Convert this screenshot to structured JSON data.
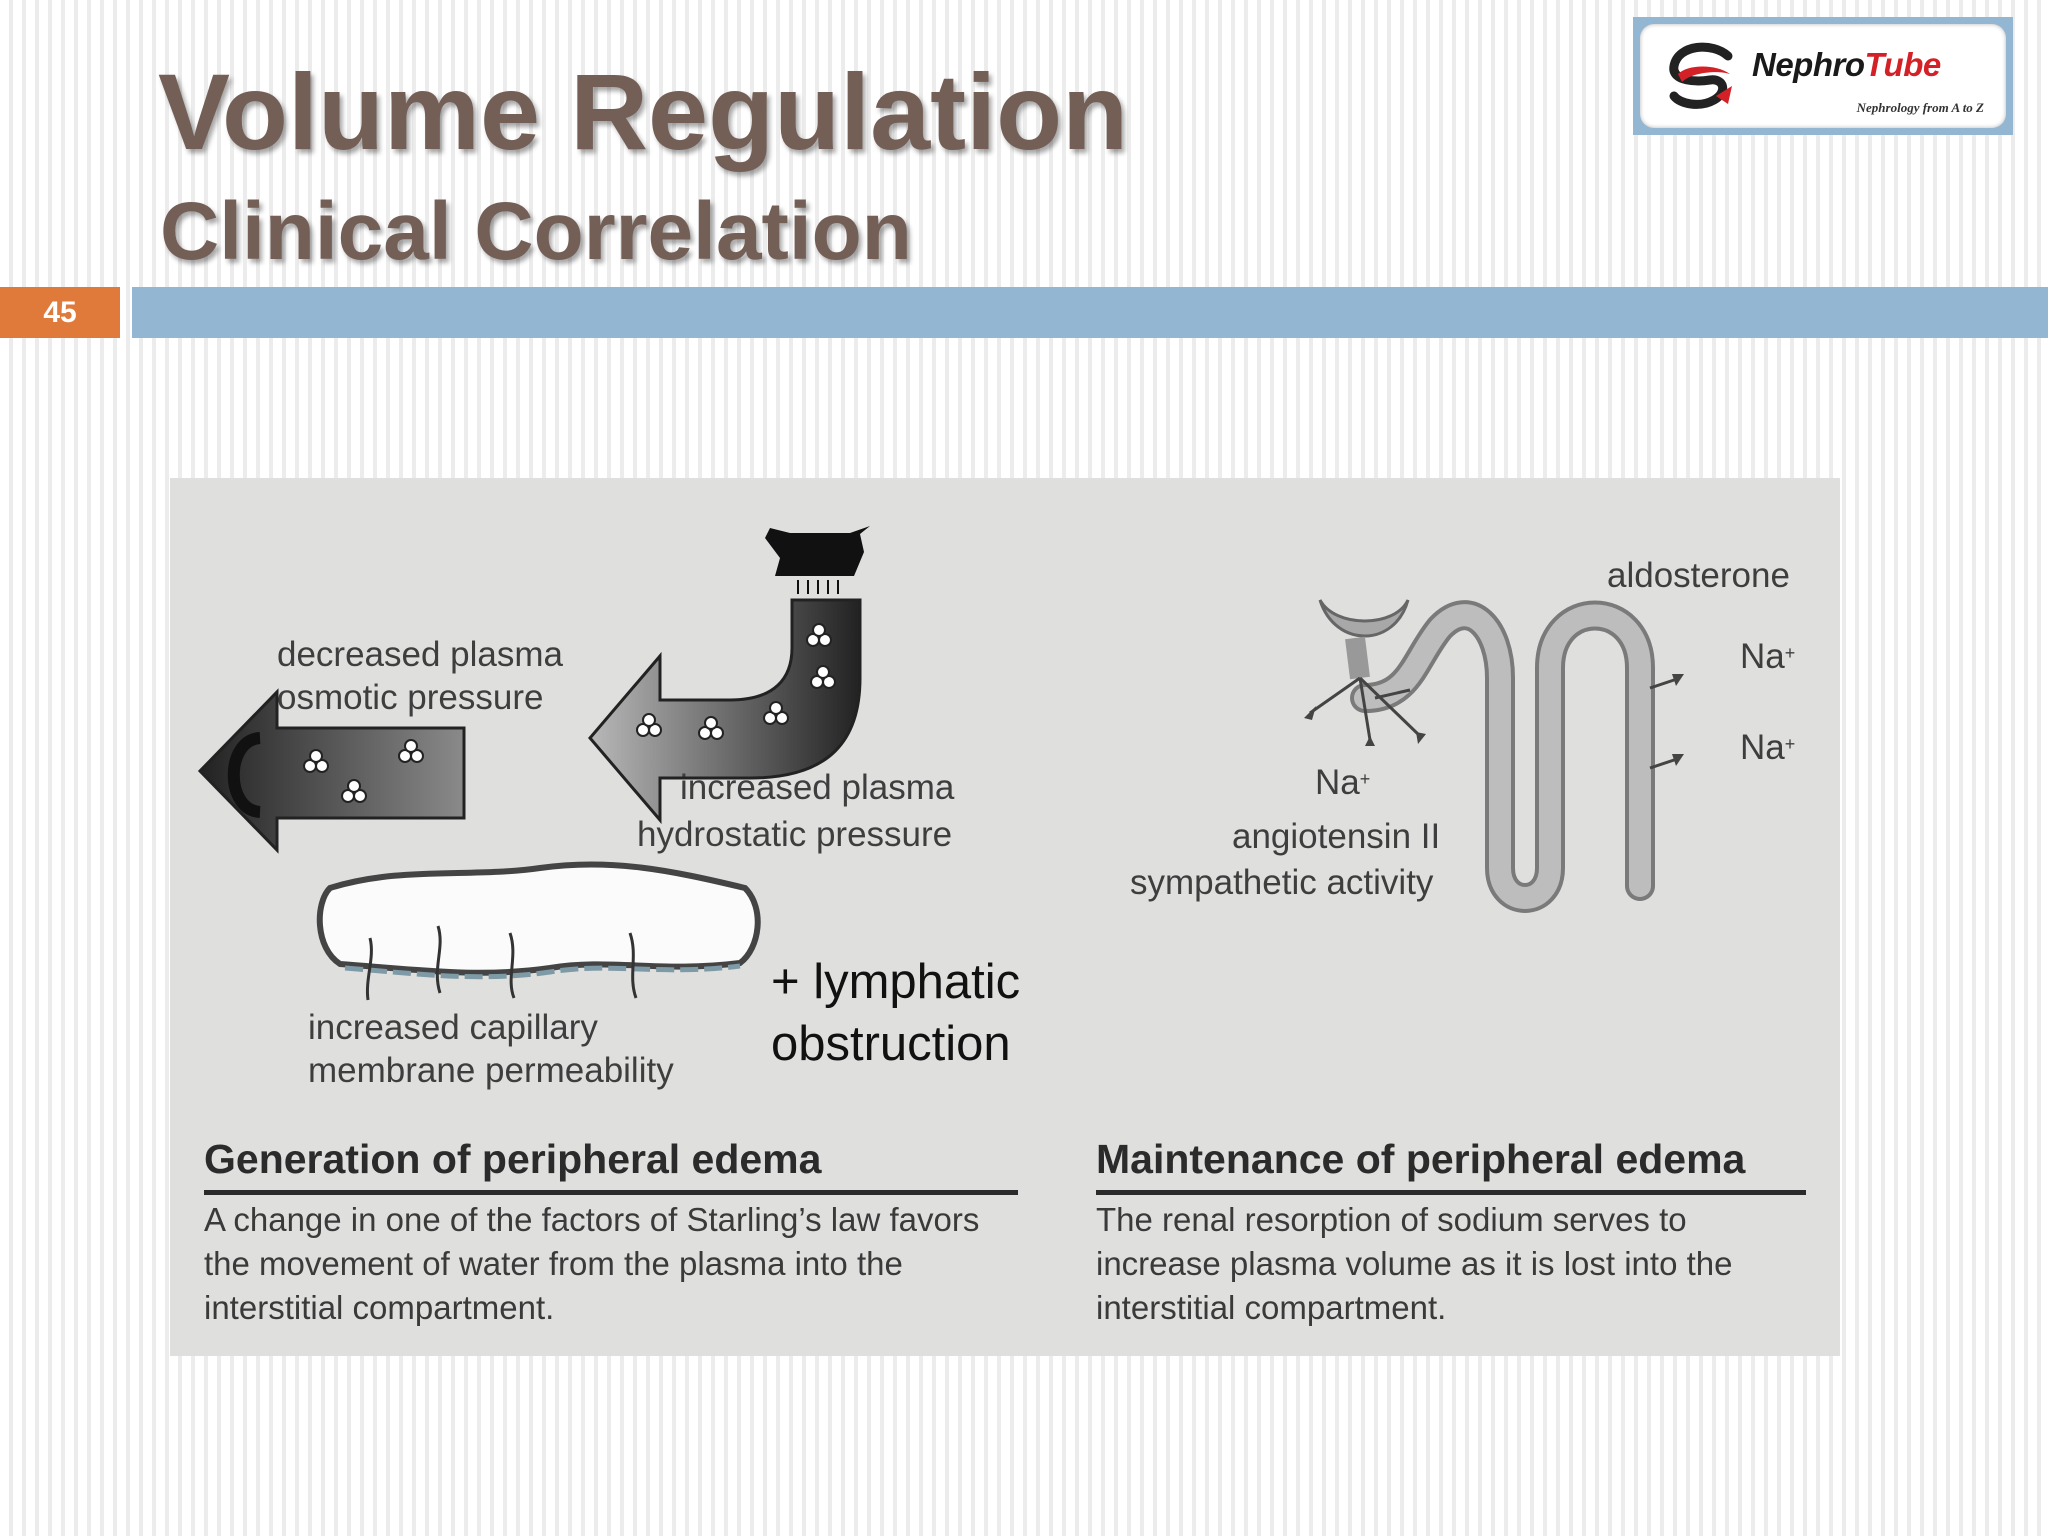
{
  "slide": {
    "title": "Volume Regulation",
    "subtitle": "Clinical Correlation",
    "number": "45"
  },
  "logo": {
    "name_part1": "Nephro",
    "name_part2": "Tube",
    "tagline": "Nephrology from A to Z"
  },
  "figure": {
    "left_labels": {
      "osmotic": [
        "decreased plasma",
        "osmotic pressure"
      ],
      "hydrostatic": [
        "increased plasma",
        "hydrostatic pressure"
      ],
      "permeability": [
        "increased capillary",
        "membrane permeability"
      ],
      "lymphatic": [
        "+ lymphatic",
        "obstruction"
      ]
    },
    "right_labels": {
      "aldosterone": "aldosterone",
      "na_1": "Na",
      "na_2": "Na",
      "na_3": "Na",
      "na_charge": "+",
      "angiotensin": "angiotensin II",
      "sympathetic": "sympathetic activity"
    },
    "captions": {
      "left_title": "Generation of peripheral edema",
      "left_text": "A change in one of the factors of Starling’s law favors the movement of water from the plasma into the interstitial compartment.",
      "right_title": "Maintenance of peripheral edema",
      "right_text": "The renal resorption of sodium serves to increase plasma volume as it is lost into the interstitial compartment."
    }
  },
  "colors": {
    "title": "#745f57",
    "accent_orange": "#e07a3b",
    "header_bar": "#93b6d2",
    "figure_bg": "#dfe0de"
  }
}
